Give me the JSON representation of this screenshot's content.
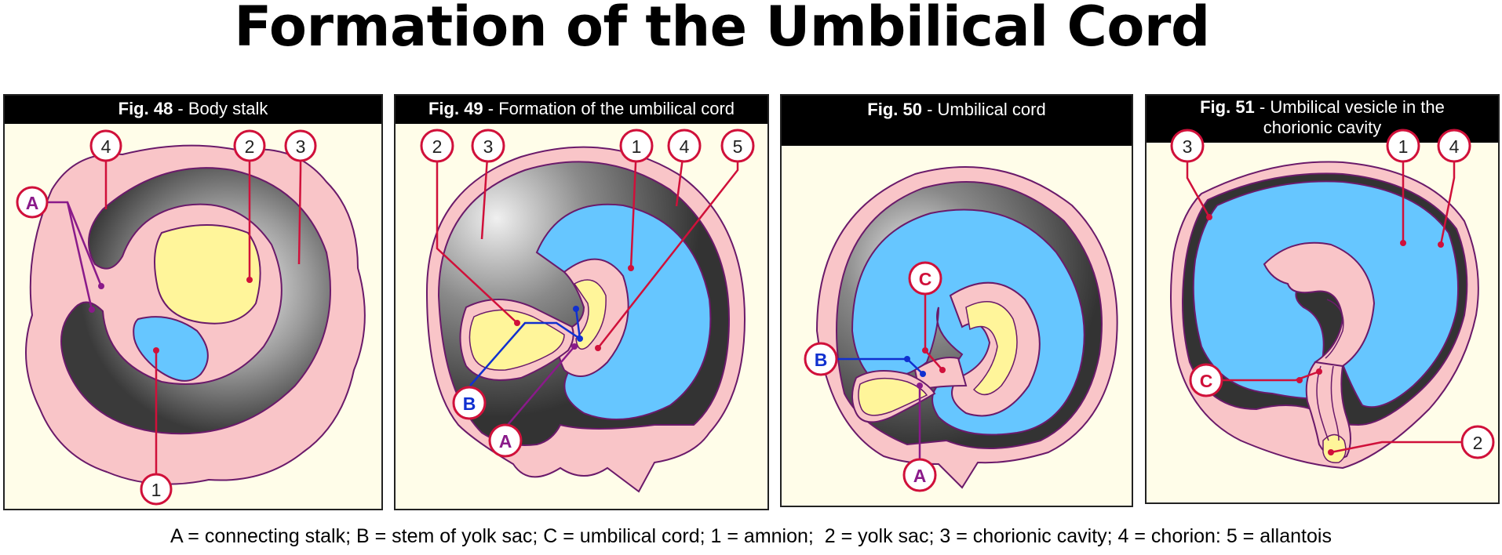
{
  "title": "Formation of the Umbilical Cord",
  "figures": [
    {
      "num": "Fig. 48",
      "caption": " - Body stalk",
      "labels": [
        "A",
        "4",
        "2",
        "3",
        "1"
      ]
    },
    {
      "num": "Fig. 49",
      "caption": " - Formation of the umbilical cord",
      "labels": [
        "2",
        "3",
        "1",
        "4",
        "5",
        "B",
        "A"
      ]
    },
    {
      "num": "Fig. 50",
      "caption": " - Umbilical cord",
      "labels": [
        "C",
        "B",
        "A"
      ]
    },
    {
      "num": "Fig. 51",
      "caption": " - Umbilical vesicle in the",
      "caption2": "chorionic cavity",
      "labels": [
        "3",
        "1",
        "4",
        "C",
        "2"
      ]
    }
  ],
  "legend": "A = connecting stalk; B = stem of yolk sac; C = umbilical cord; 1 = amnion;  2 = yolk sac; 3 = chorionic cavity; 4 = chorion: 5 = allantois",
  "colors": {
    "chorion": "#f9c5c8",
    "outline": "#6a1a6a",
    "cavity": "#3a3a3a",
    "yolk": "#fff59a",
    "amnion": "#66c6ff",
    "label_red": "#d0103a",
    "label_purple": "#8a1a8a",
    "label_blue": "#1030d0",
    "panel_bg": "#fffde9"
  }
}
